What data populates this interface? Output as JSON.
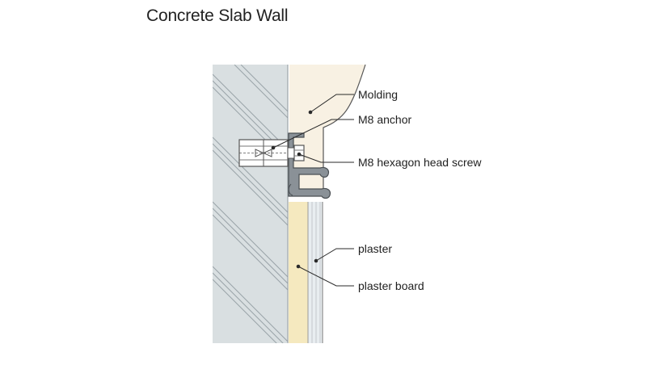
{
  "title": "Concrete Slab Wall",
  "labels": {
    "molding": "Molding",
    "anchor": "M8 anchor",
    "screw": "M8 hexagon head screw",
    "plaster": "plaster",
    "plaster_board": "plaster board"
  },
  "colors": {
    "concrete": "#d9dfe1",
    "concrete_hatch": "#9aa3a8",
    "molding": "#f8f1e3",
    "plaster_board": "#f5e9bf",
    "plaster": "#e8edf0",
    "profile": "#8a9197",
    "outline": "#555555",
    "leader": "#2a2a2a"
  }
}
